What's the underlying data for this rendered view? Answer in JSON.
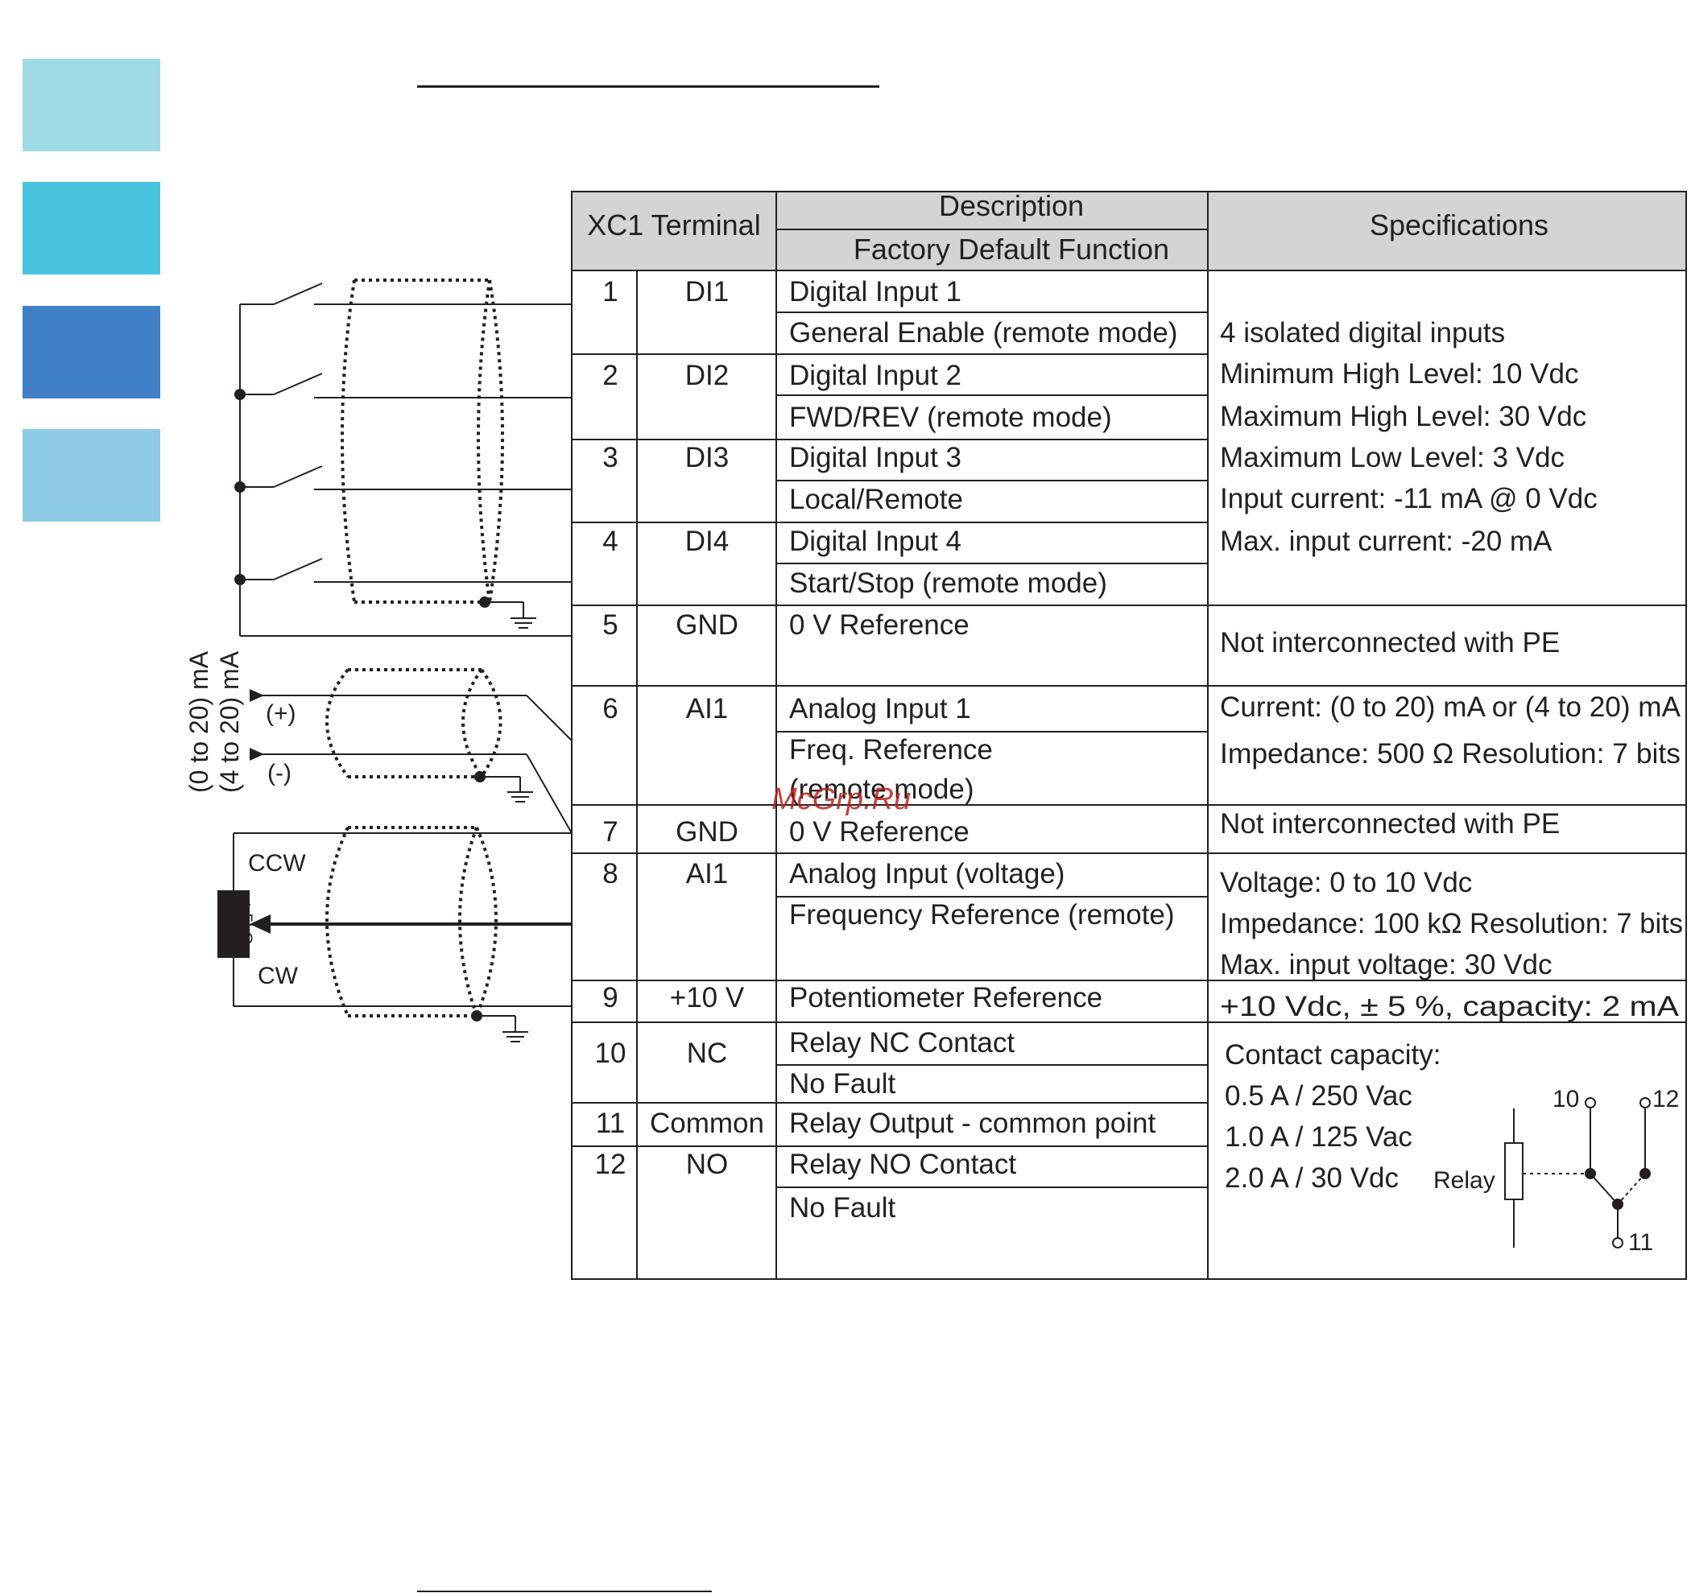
{
  "colors": {
    "tab1": "#9fdbe5",
    "tab2": "#48c3de",
    "tab3": "#3f80c6",
    "tab4": "#8ccbe3",
    "header_bg": "#d4d4d4",
    "line": "#231f20",
    "watermark": "#c0201a"
  },
  "table": {
    "headers": {
      "terminal": "XC1 Terminal",
      "description": "Description",
      "factory_default": "Factory Default Function",
      "specifications": "Specifications"
    },
    "rows": [
      {
        "num": "1",
        "name": "DI1",
        "desc": "Digital Input 1",
        "func": "General Enable (remote mode)"
      },
      {
        "num": "2",
        "name": "DI2",
        "desc": "Digital Input 2",
        "func": "FWD/REV (remote mode)"
      },
      {
        "num": "3",
        "name": "DI3",
        "desc": "Digital Input 3",
        "func": "Local/Remote"
      },
      {
        "num": "4",
        "name": "DI4",
        "desc": "Digital Input 4",
        "func": "Start/Stop (remote mode)"
      },
      {
        "num": "5",
        "name": "GND",
        "desc": "0 V Reference"
      },
      {
        "num": "6",
        "name": "AI1",
        "desc": "Analog Input 1",
        "func": "Freq. Reference",
        "func2": "(remote mode)"
      },
      {
        "num": "7",
        "name": "GND",
        "desc": "0 V Reference"
      },
      {
        "num": "8",
        "name": "AI1",
        "desc": "Analog Input (voltage)",
        "func": "Frequency Reference (remote)"
      },
      {
        "num": "9",
        "name": "+10 V",
        "desc": "Potentiometer Reference"
      },
      {
        "num": "10",
        "name": "NC",
        "desc": "Relay NC Contact",
        "func": "No Fault"
      },
      {
        "num": "11",
        "name": "Common",
        "desc": "Relay Output - common point"
      },
      {
        "num": "12",
        "name": "NO",
        "desc": "Relay NO Contact",
        "func": "No Fault"
      }
    ],
    "specs": {
      "digital": [
        "4 isolated digital inputs",
        "Minimum High Level: 10 Vdc",
        "Maximum High Level: 30 Vdc",
        "Maximum Low Level: 3 Vdc",
        "Input current: -11 mA @ 0 Vdc",
        "Max. input current: -20 mA"
      ],
      "gnd5": "Not interconnected with PE",
      "ai_current": "Current: (0 to 20) mA or (4 to 20) mA",
      "ai_impedance": "Impedance: 500 Ω Resolution: 7 bits",
      "gnd7": "Not interconnected with PE",
      "ai_voltage": [
        "Voltage: 0 to 10 Vdc",
        "Impedance: 100 kΩ Resolution: 7 bits",
        "Max. input voltage: 30 Vdc"
      ],
      "ref10": "+10 Vdc, ± 5 %, capacity: 2 mA",
      "relay": [
        "Contact capacity:",
        "0.5 A / 250 Vac",
        "1.0 A / 125 Vac",
        "2.0 A / 30 Vdc"
      ],
      "relay_label": "Relay",
      "relay_pins": {
        "p10": "10",
        "p12": "12",
        "p11": "11"
      }
    }
  },
  "wiring": {
    "current_range_1": "(0 to 20) mA",
    "current_range_2": "(4 to 20) mA",
    "plus": "(+)",
    "minus": "(-)",
    "ccw": "CCW",
    "cw": "CW",
    "pot_value": "≥5kΩ"
  },
  "watermark": "McGrp.Ru"
}
